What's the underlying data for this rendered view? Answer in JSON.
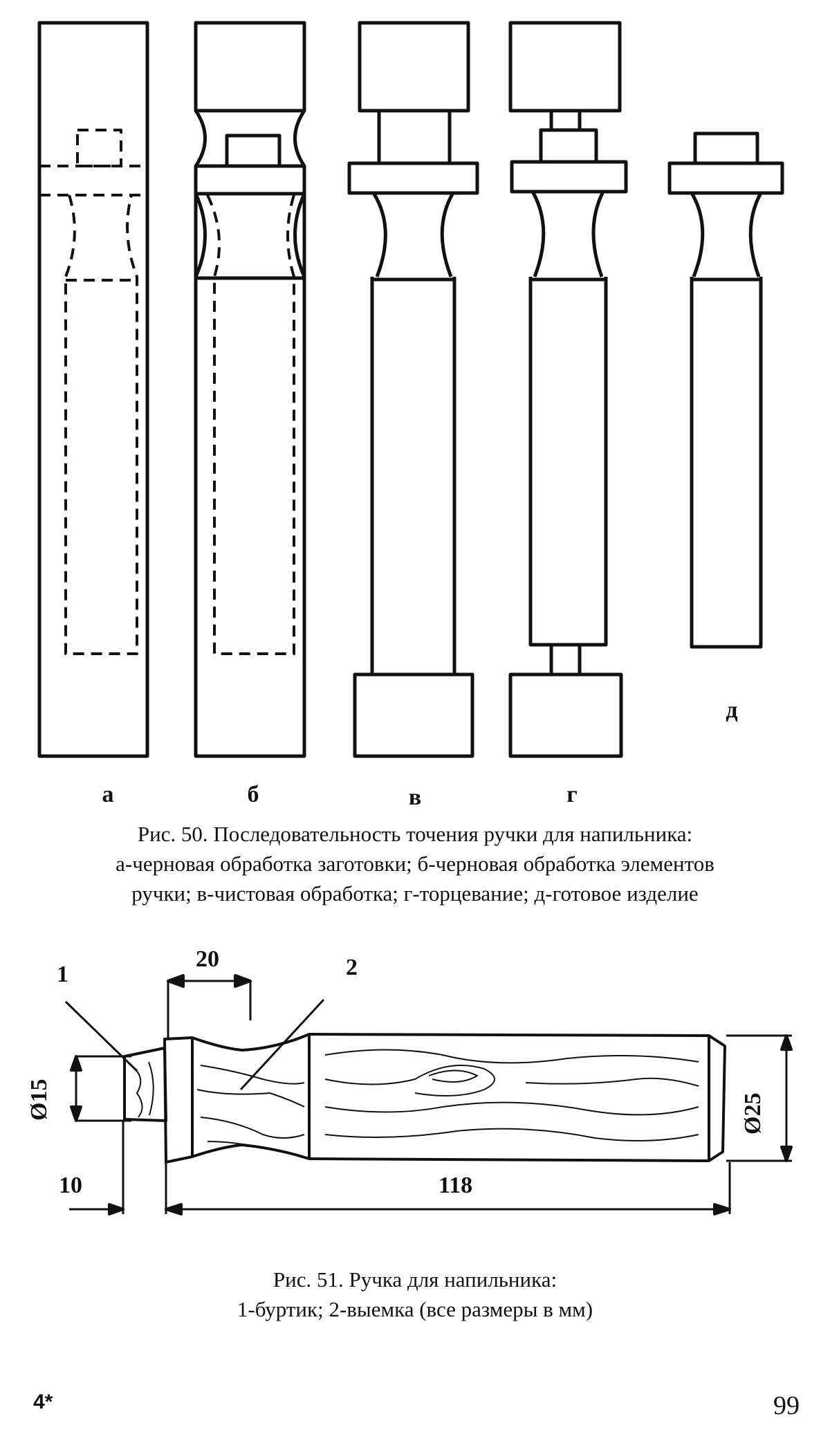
{
  "figure50": {
    "stage_labels": [
      "а",
      "б",
      "в",
      "г",
      "д"
    ],
    "caption": {
      "line1": "Рис. 50. Последовательность точения ручки для напильника:",
      "line2": "а-черновая обработка заготовки; б-черновая обработка элементов",
      "line3": "ручки; в-чистовая обработка; г-торцевание; д-готовое изделие"
    }
  },
  "figure51": {
    "callouts": {
      "one": "1",
      "two": "2"
    },
    "dimensions": {
      "top": "20",
      "left_diameter": "Ø15",
      "right_diameter": "Ø25",
      "bottom_left": "10",
      "bottom_length": "118"
    },
    "caption": {
      "line1": "Рис. 51. Ручка для напильника:",
      "line2": "1-буртик; 2-выемка (все размеры в мм)"
    }
  },
  "footer": {
    "signature": "4*",
    "page_number": "99"
  }
}
